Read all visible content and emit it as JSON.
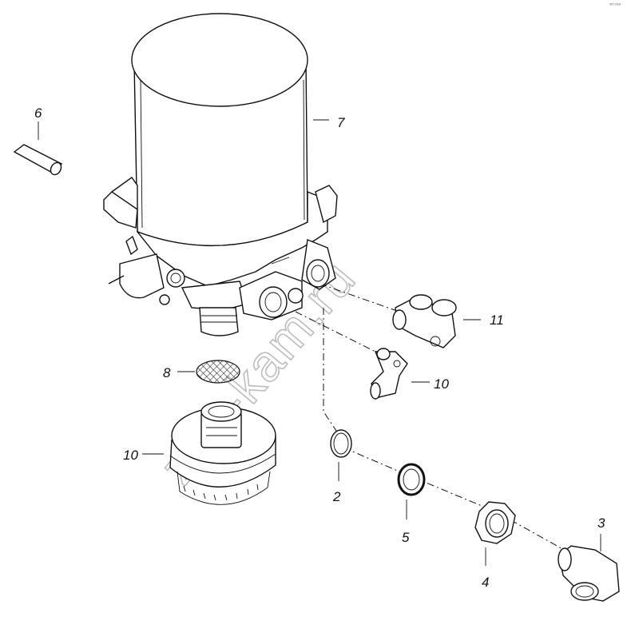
{
  "watermark": "zap-kam.ru",
  "corner_code": "ⁿᵐ ᵒᵒᵒ",
  "callouts": [
    "6",
    "7",
    "11",
    "10",
    "8",
    "10",
    "2",
    "5",
    "4",
    "3"
  ]
}
